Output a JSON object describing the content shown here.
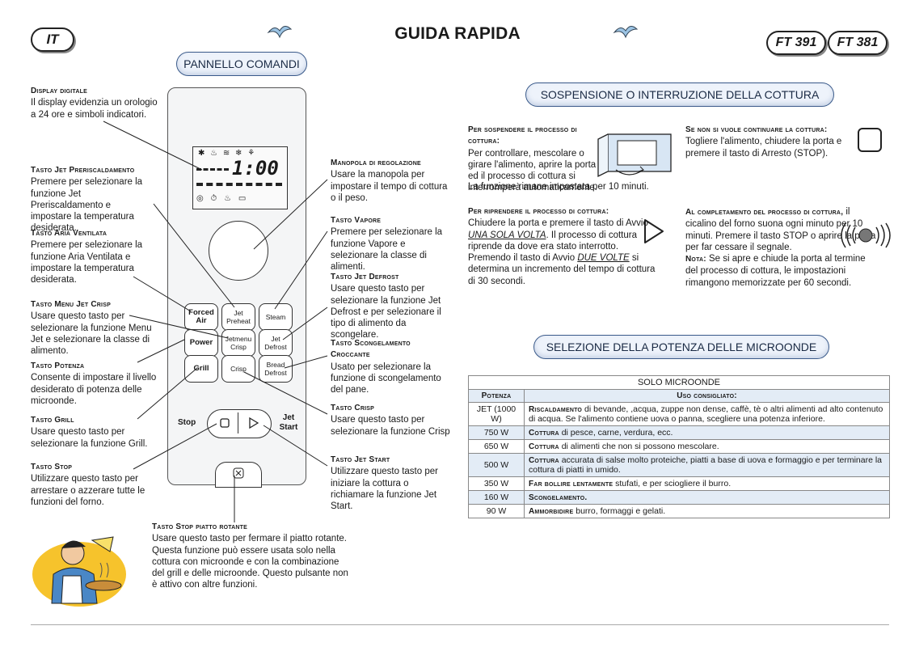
{
  "lang": "IT",
  "title": "GUIDA RAPIDA",
  "models": [
    "FT 391",
    "FT 381"
  ],
  "sections": {
    "panel": "PANNELLO COMANDI",
    "suspend": "SOSPENSIONE O INTERRUZIONE DELLA COTTURA",
    "power": "SELEZIONE DELLA POTENZA DELLE MICROONDE"
  },
  "left": [
    {
      "head": "Display digitale",
      "body": "Il display evidenzia un orologio a 24 ore e simboli indicatori."
    },
    {
      "head": "Tasto Jet Preriscaldamento",
      "body": "Premere per selezionare la funzione Jet Preriscaldamento e impostare la temperatura desiderata."
    },
    {
      "head": "Tasto Aria Ventilata",
      "body": "Premere per selezionare la funzione Aria Ventilata e impostare la temperatura desiderata."
    },
    {
      "head": "Tasto Menu Jet Crisp",
      "body": "Usare questo tasto per selezionare la funzione Menu Jet e selezionare la classe di alimento."
    },
    {
      "head": "Tasto Potenza",
      "body": "Consente di impostare il livello desiderato di potenza delle microonde."
    },
    {
      "head": "Tasto Grill",
      "body": "Usare questo tasto per selezionare la funzione Grill."
    },
    {
      "head": "Tasto Stop",
      "body": "Utilizzare questo tasto per arrestare o azzerare tutte le funzioni del forno."
    }
  ],
  "middle": [
    {
      "head": "Manopola di regolazione",
      "body": "Usare la manopola per impostare il tempo di cottura o il peso."
    },
    {
      "head": "Tasto Vapore",
      "body": "Premere per selezionare la funzione Vapore e selezionare la classe di alimenti."
    },
    {
      "head": "Tasto Jet Defrost",
      "body": "Usare questo tasto per selezionare la funzione Jet Defrost e per selezionare il tipo di alimento da scongelare."
    },
    {
      "head": "Tasto Scongelamento Croccante",
      "body": "Usato per selezionare la funzione di scongelamento del pane."
    },
    {
      "head": "Tasto Crisp",
      "body": "Usare questo tasto per selezionare la funzione Crisp"
    },
    {
      "head": "Tasto Jet Start",
      "body": "Utilizzare questo tasto per iniziare la cottura o richiamare la funzione Jet Start."
    }
  ],
  "bottom_note": {
    "head": "Tasto Stop piatto rotante",
    "body": "Usare questo tasto per fermare il piatto rotante. Questa funzione può essere usata solo nella cottura con microonde e con la combinazione del grill e delle microonde. Questo pulsante non è attivo con altre funzioni."
  },
  "panel": {
    "display_time": "1:00",
    "buttons": {
      "forced_air": "Forced Air",
      "jet_preheat": "Jet Preheat",
      "steam": "Steam",
      "power": "Power",
      "jetmenu_crisp": "Jetmenu Crisp",
      "jet_defrost": "Jet Defrost",
      "grill": "Grill",
      "crisp": "Crisp",
      "bread_defrost": "Bread Defrost",
      "stop": "Stop",
      "jet_start": "Jet Start"
    }
  },
  "suspend": {
    "p1_head": "Per sospendere il processo di cottura:",
    "p1_body": "Per controllare, mescolare o girare l'alimento, aprire la porta ed il processo di cottura si interromperà automaticamente.",
    "p1_tail": "La funzione rimane impostata per 10 minuti.",
    "p2_head": "Se non si vuole continuare la cottura:",
    "p2_body": "Togliere l'alimento, chiudere la porta e premere il tasto di Arresto (STOP).",
    "p3_head": "Per riprendere il processo di cottura:",
    "p3_a": "Chiudere la porta e premere il tasto di Avvio ",
    "p3_u1": "UNA SOLA VOLTA",
    "p3_b": ". Il processo di cottura riprende da dove era stato interrotto.",
    "p3_c": "Premendo il tasto di Avvio ",
    "p3_u2": "DUE VOLTE",
    "p3_d": " si determina un incremento del tempo di cottura di 30 secondi.",
    "p4_head": "Al completamento del processo di cottura,",
    "p4_body": " il cicalino del forno suona ogni minuto per 10 minuti. Premere il tasto STOP o aprire la porta per far cessare il segnale.",
    "p4_note_head": "Nota:",
    "p4_note": " Se si apre e chiude la porta al termine del processo di cottura, le impostazioni rimangono memorizzate per 60 secondi."
  },
  "table": {
    "caption": "SOLO MICROONDE",
    "col1": "Potenza",
    "col2": "Uso consigliato:",
    "rows": [
      {
        "power": "JET (1000 W)",
        "head": "Riscaldamento",
        "text": " di bevande, ,acqua, zuppe non dense, caffè, tè o altri alimenti ad alto contenuto di acqua. Se l'alimento contiene uova o panna, scegliere una potenza inferiore."
      },
      {
        "power": "750 W",
        "head": "Cottura",
        "text": " di pesce, carne, verdura, ecc."
      },
      {
        "power": "650 W",
        "head": "Cottura",
        "text": " di alimenti che non si possono mescolare."
      },
      {
        "power": "500 W",
        "head": "Cottura",
        "text": " accurata di salse molto proteiche, piatti a base di uova e formaggio e per terminare la cottura di piatti in umido."
      },
      {
        "power": "350 W",
        "head": "Far bollire lentamente",
        "text": " stufati, e per sciogliere il burro."
      },
      {
        "power": "160 W",
        "head": "Scongelamento.",
        "text": ""
      },
      {
        "power": "90 W",
        "head": "Ammorbidire",
        "text": " burro, formaggi e gelati."
      }
    ]
  }
}
